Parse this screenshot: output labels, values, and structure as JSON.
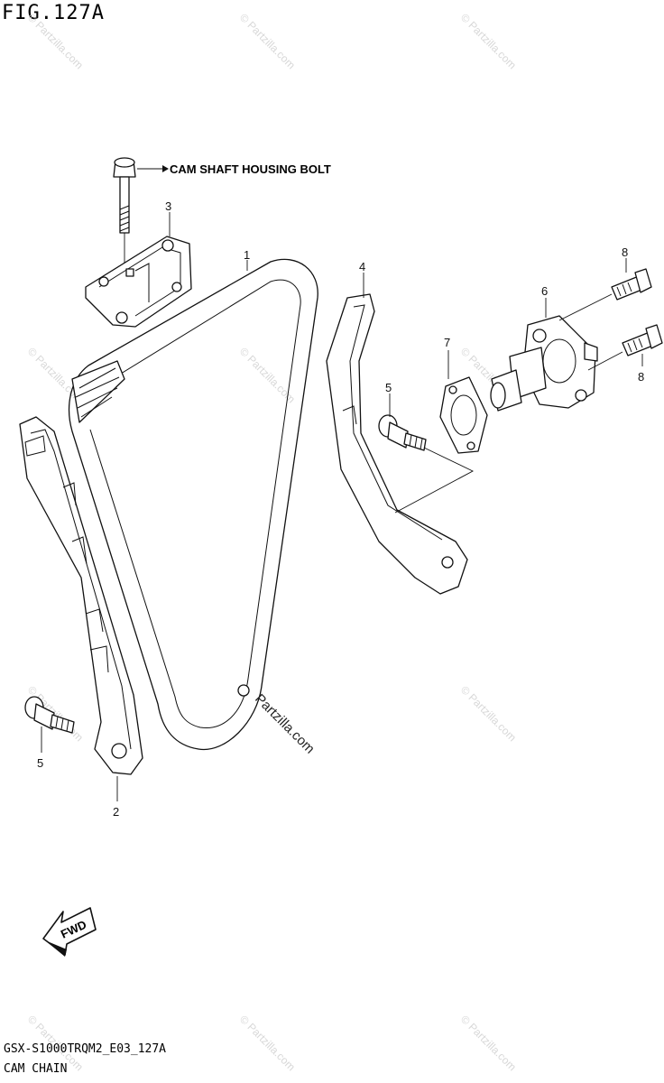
{
  "figure": {
    "title": "FIG.127A",
    "model_code": "GSX-S1000TRQM2_E03_127A",
    "section_name": "CAM CHAIN"
  },
  "callouts": {
    "cam_shaft_housing_bolt": "CAM SHAFT HOUSING BOLT",
    "fwd": "FWD"
  },
  "part_labels": {
    "p1": "1",
    "p2": "2",
    "p3": "3",
    "p4": "4",
    "p5a": "5",
    "p5b": "5",
    "p6": "6",
    "p7": "7",
    "p8a": "8",
    "p8b": "8"
  },
  "watermark": {
    "text": "© Partzilla.com",
    "center_text": "Partzilla.com"
  },
  "colors": {
    "line": "#111111",
    "watermark": "#d8d8d8"
  }
}
